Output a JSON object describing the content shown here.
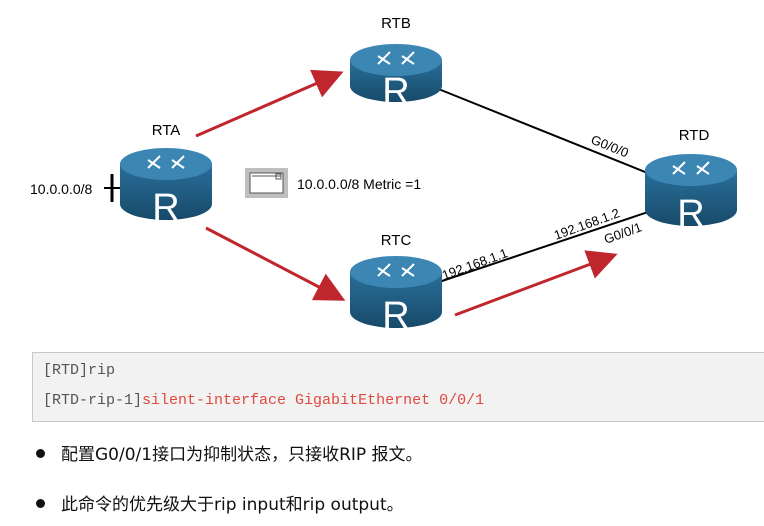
{
  "routers": {
    "rta": {
      "name": "RTA",
      "glyph": "R"
    },
    "rtb": {
      "name": "RTB",
      "glyph": "R"
    },
    "rtc": {
      "name": "RTC",
      "glyph": "R"
    },
    "rtd": {
      "name": "RTD",
      "glyph": "R"
    }
  },
  "labels": {
    "network": "10.0.0.0/8",
    "rtd_g000": "G0/0/0",
    "rtd_g001": "G0/0/1",
    "rtc_ip": "192.168.1.1",
    "rtd_ip": "192.168.1.2"
  },
  "update_packet": {
    "text": "10.0.0.0/8 Metric =1",
    "icon": "rip-update-packet-icon"
  },
  "cli": {
    "line1": "[RTD]rip",
    "line2_prompt": "[RTD-rip-1]",
    "line2_command": "silent-interface GigabitEthernet 0/0/1"
  },
  "bullets": [
    "配置G0/0/1接口为抑制状态，只接收RIP 报文。",
    "此命令的优先级大于rip input和rip output。"
  ],
  "colors": {
    "router_body": "#1f5f86",
    "router_top": "#3b86b3",
    "arrow": "#c0262d",
    "link": "#000000",
    "cli_command": "#e0483e"
  }
}
